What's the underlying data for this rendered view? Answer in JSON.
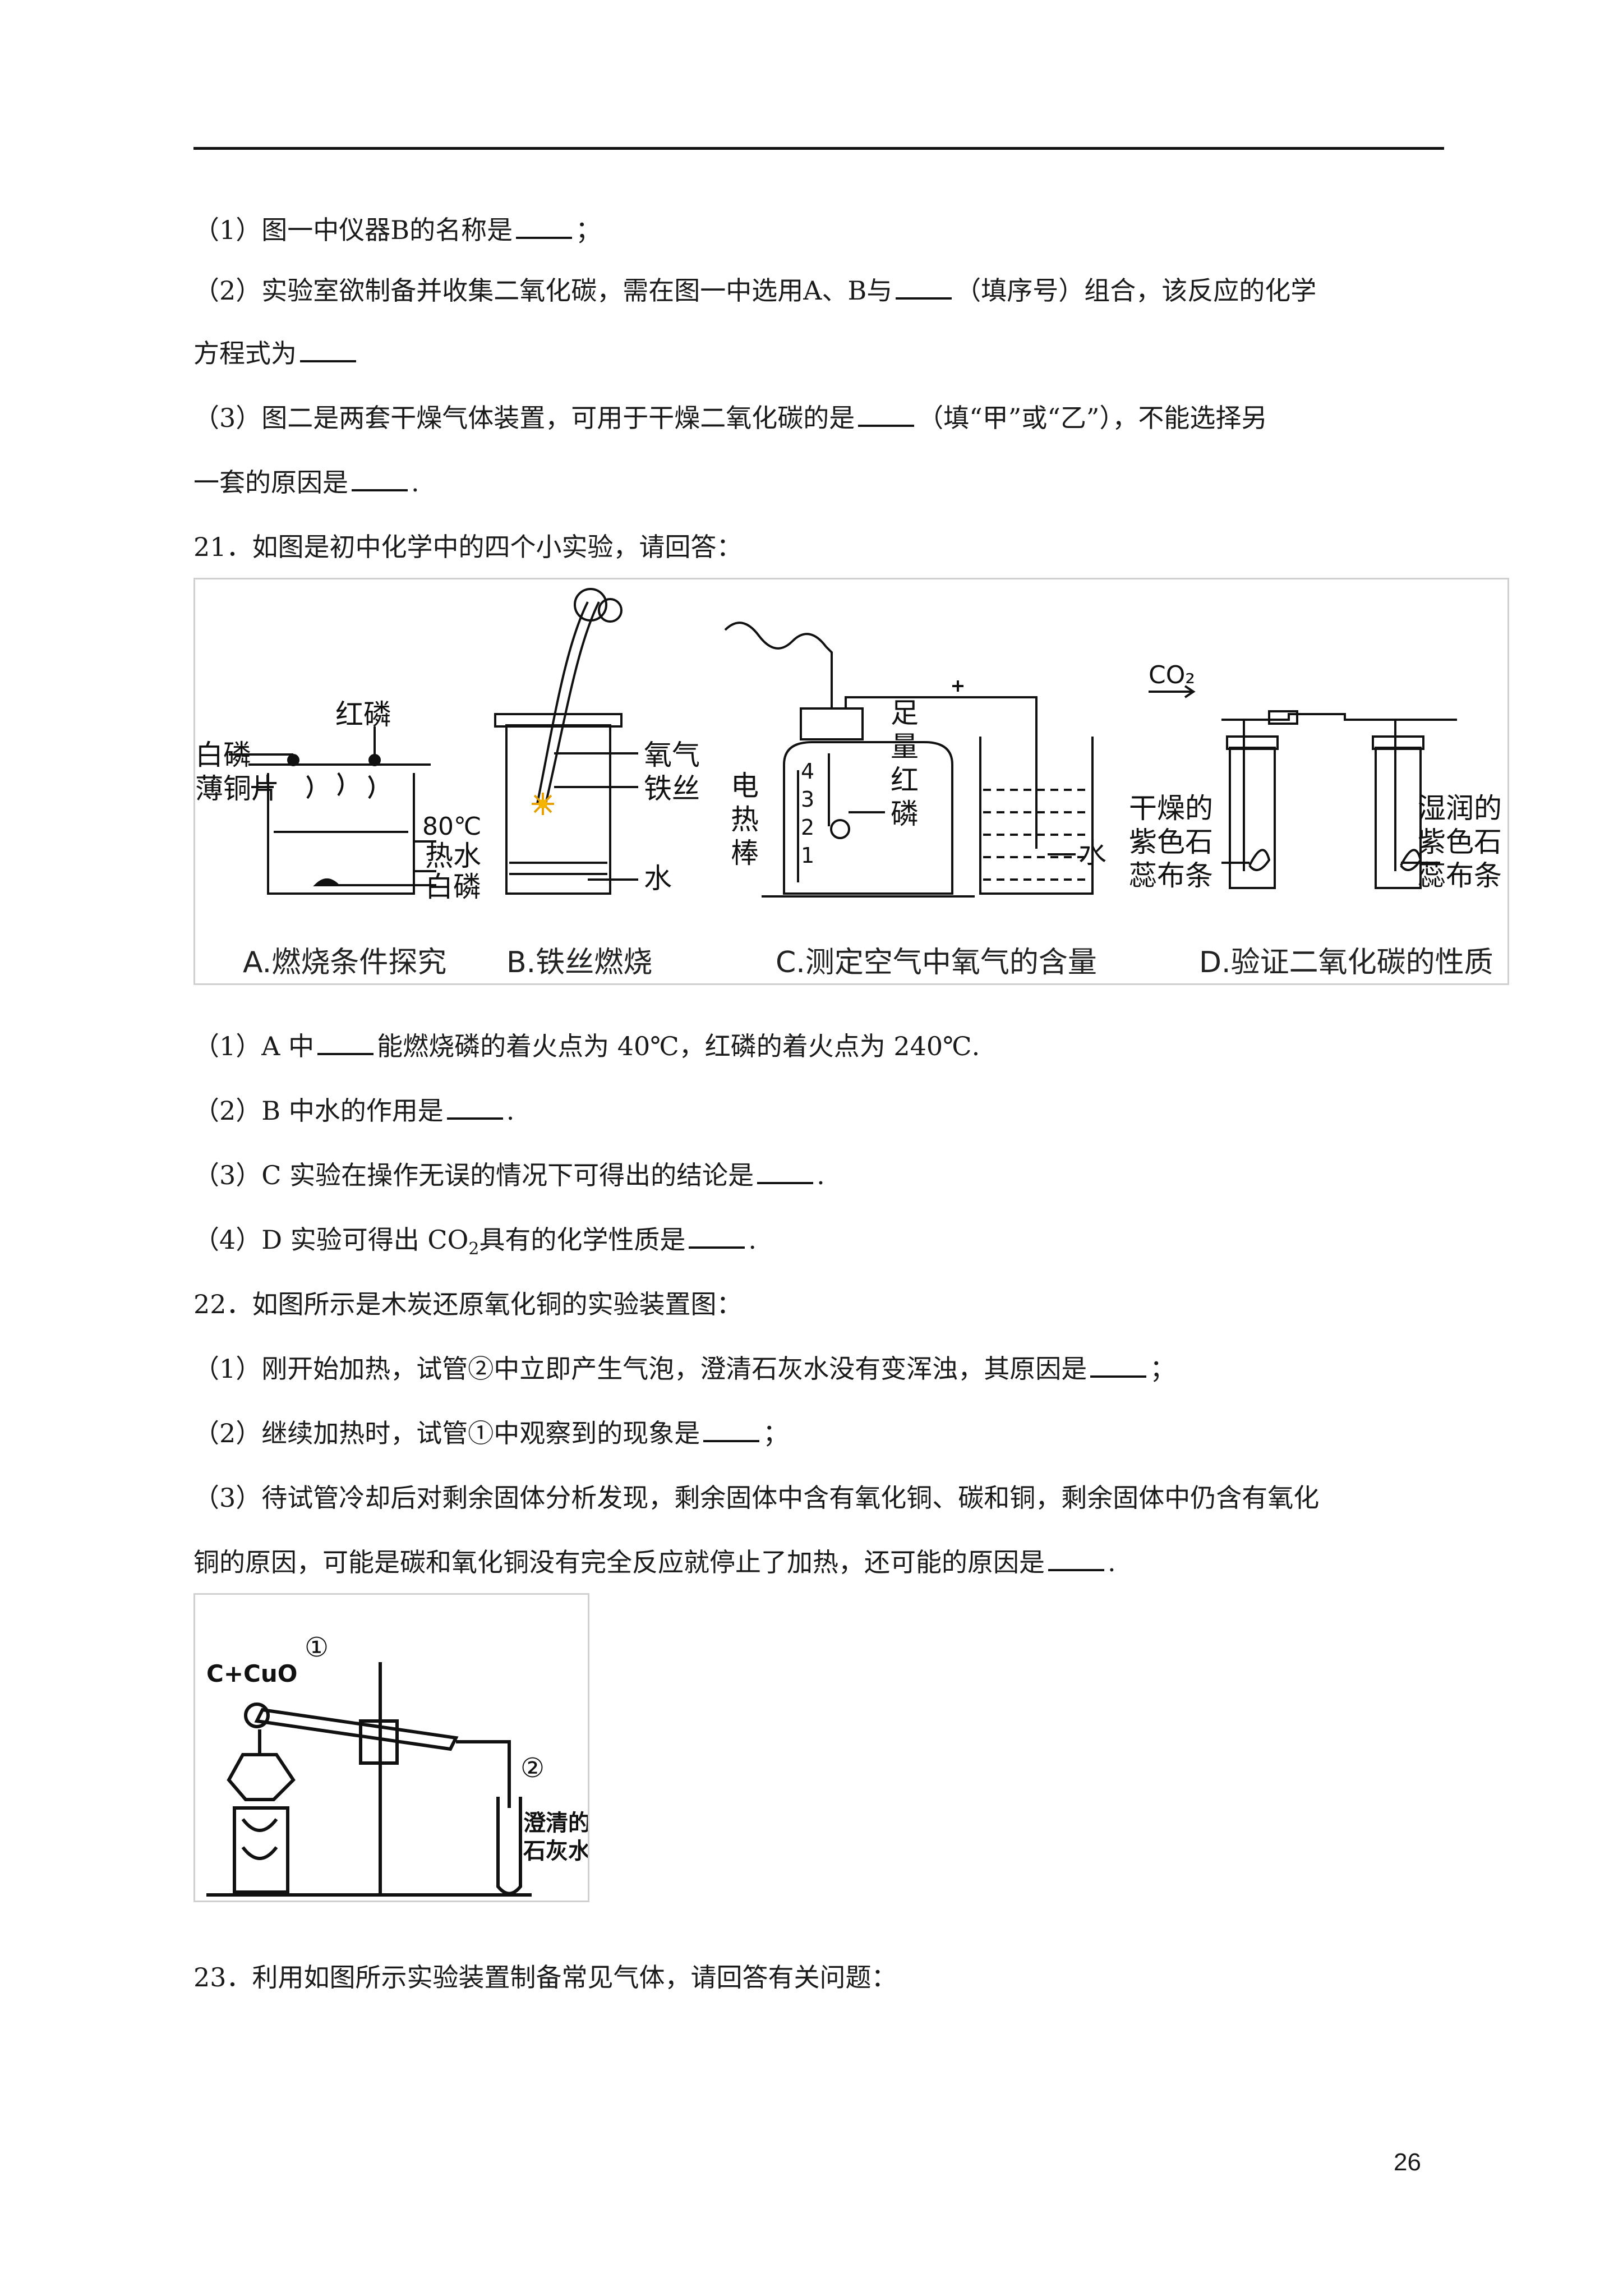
{
  "q20": {
    "p1": {
      "a": "（1）图一中仪器B的名称是",
      "b": "；"
    },
    "p2": {
      "a": "（2）实验室欲制备并收集二氧化碳，需在图一中选用A、B与",
      "b": "（填序号）组合，该反应的化学"
    },
    "p2c": {
      "a": "方程式为"
    },
    "p3": {
      "a": "（3）图二是两套干燥气体装置，可用于干燥二氧化碳的是",
      "b": "（填“甲”或“乙”），不能选择另"
    },
    "p3c": {
      "a": "一套的原因是",
      "b": "."
    }
  },
  "q21": {
    "stem": "21．如图是初中化学中的四个小实验，请回答：",
    "figA": {
      "label_red_p": "红磷",
      "label_white_p_top": "白磷",
      "label_copper": "薄铜片",
      "label_temp": "80℃",
      "label_hot_water": "热水",
      "label_white_p_bottom": "白磷",
      "caption": "A.燃烧条件探究"
    },
    "figB": {
      "label_oxygen": "氧气",
      "label_wire": "铁丝",
      "label_water": "水",
      "caption": "B.铁丝燃烧"
    },
    "figC": {
      "label_rod_1": "电",
      "label_rod_2": "热",
      "label_rod_3": "棒",
      "label_sufficient_1": "足",
      "label_sufficient_2": "量",
      "label_sufficient_3": "红",
      "label_sufficient_4": "磷",
      "label_water": "水",
      "n4": "4",
      "n3": "3",
      "n2": "2",
      "n1": "1",
      "caption": "C.测定空气中氧气的含量"
    },
    "figD": {
      "label_co2": "CO₂",
      "label_dry_1": "干燥的",
      "label_dry_2": "紫色石",
      "label_dry_3": "蕊布条",
      "label_wet_1": "湿润的",
      "label_wet_2": "紫色石",
      "label_wet_3": "蕊布条",
      "caption": "D.验证二氧化碳的性质"
    },
    "p1": {
      "a": "（1）A 中",
      "b": "能燃烧磷的着火点为 40℃，红磷的着火点为 240℃."
    },
    "p2": {
      "a": "（2）B 中水的作用是",
      "b": "."
    },
    "p3": {
      "a": "（3）C 实验在操作无误的情况下可得出的结论是",
      "b": "."
    },
    "p4": {
      "a": "（4）D 实验可得出 CO",
      "sub": "2",
      "b": "具有的化学性质是",
      "c": "."
    }
  },
  "q22": {
    "stem": "22．如图所示是木炭还原氧化铜的实验装置图：",
    "p1": {
      "a": "（1）刚开始加热，试管②中立即产生气泡，澄清石灰水没有变浑浊，其原因是",
      "b": "；"
    },
    "p2": {
      "a": "（2）继续加热时，试管①中观察到的现象是",
      "b": "；"
    },
    "p3": {
      "a": "（3）待试管冷却后对剩余固体分析发现，剩余固体中含有氧化铜、碳和铜，剩余固体中仍含有氧化"
    },
    "p3c": {
      "a": "铜的原因，可能是碳和氧化铜没有完全反应就停止了加热，还可能的原因是",
      "b": "."
    },
    "fig": {
      "label_reactants": "C+CuO",
      "label_tube1": "①",
      "label_tube2": "②",
      "label_lime_1": "澄清的",
      "label_lime_2": "石灰水"
    }
  },
  "q23": {
    "stem": "23．利用如图所示实验装置制备常见气体，请回答有关问题："
  },
  "page_number": "26"
}
